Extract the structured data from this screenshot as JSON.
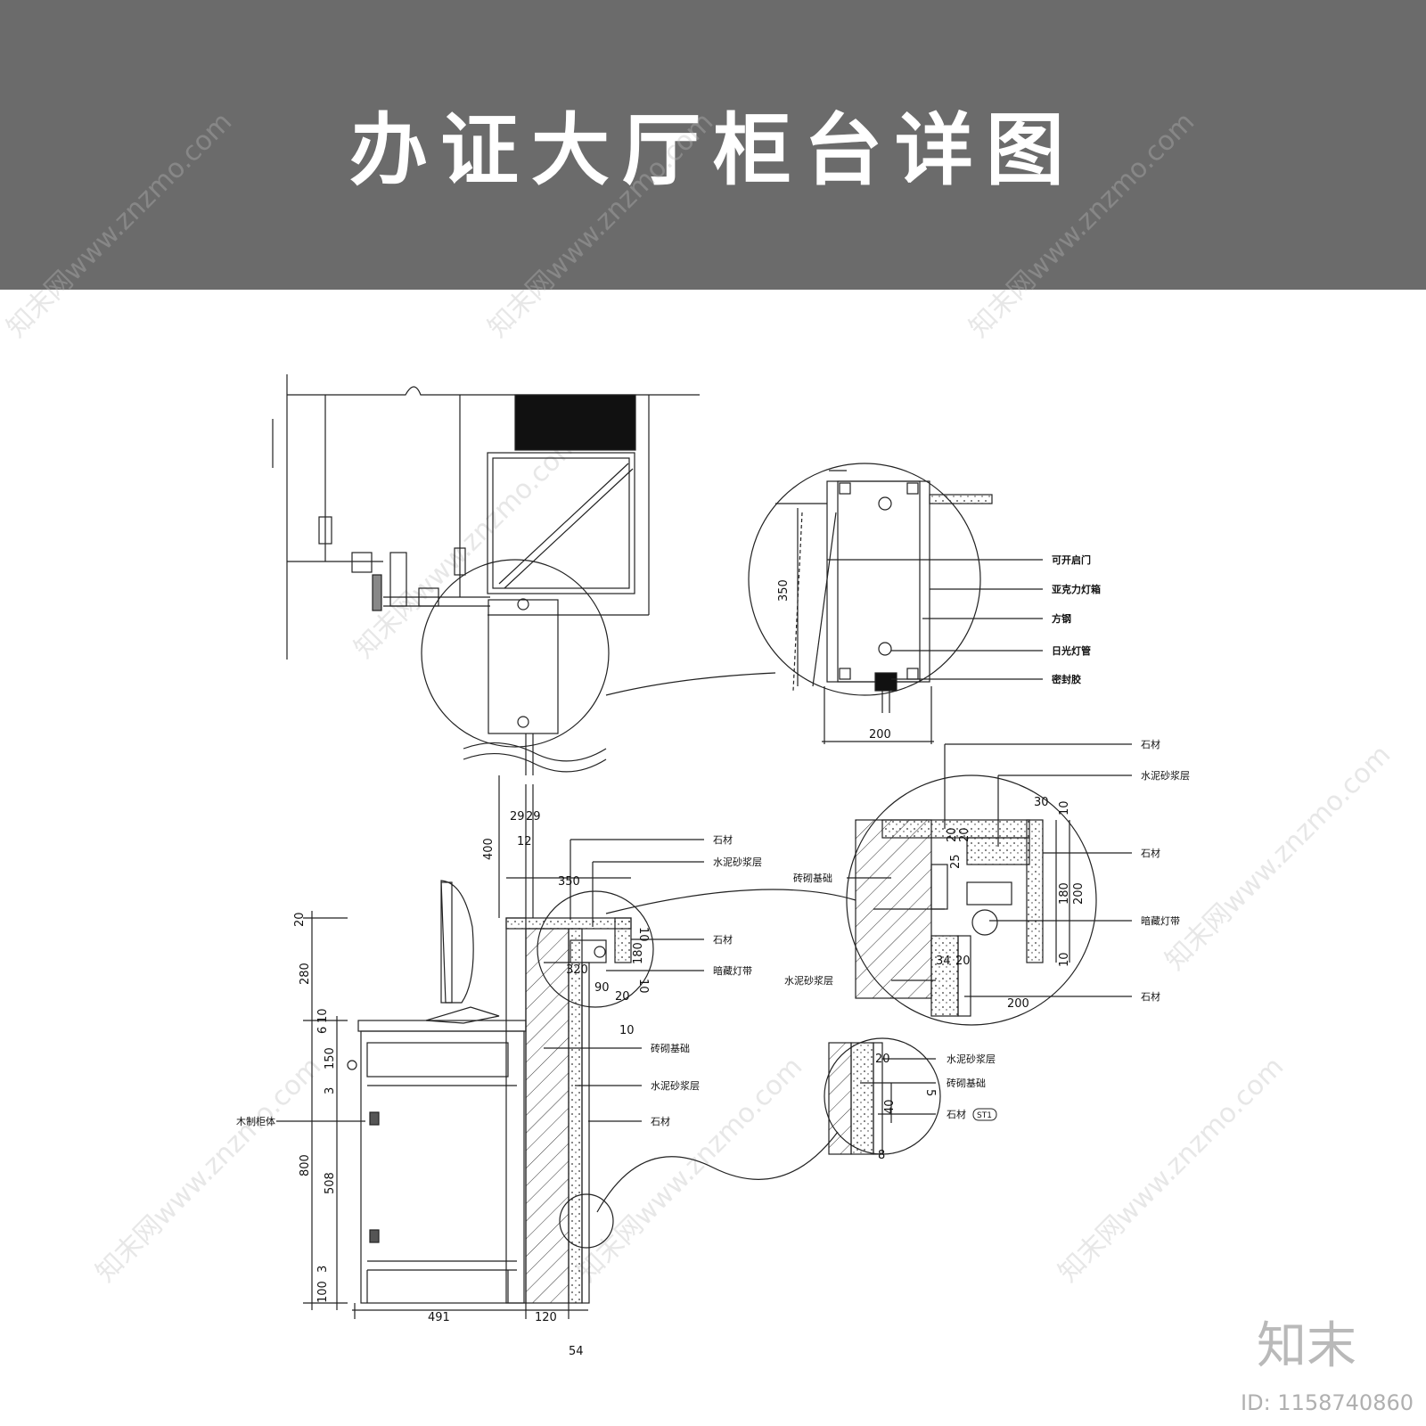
{
  "title": "办证大厅柜台详图",
  "brand": "知末",
  "image_id": "ID: 1158740860",
  "watermark_text": "知末网www.znzmo.com",
  "callout_top": {
    "labels": [
      "可开启门",
      "亚克力灯箱",
      "方钢",
      "日光灯管",
      "密封胶"
    ],
    "dims": [
      "350",
      "200"
    ]
  },
  "callout_right": {
    "labels": [
      "石材",
      "水泥砂浆层",
      "石材",
      "砖砌基础",
      "暗藏灯带",
      "水泥砂浆层",
      "石材"
    ],
    "dims": [
      "30",
      "20",
      "20",
      "25",
      "10",
      "180",
      "200",
      "10",
      "34",
      "20",
      "200"
    ]
  },
  "callout_bottom": {
    "labels": [
      "水泥砂浆层",
      "砖砌基础",
      "石材",
      "ST1"
    ],
    "dims": [
      "20",
      "5",
      "40",
      "8"
    ]
  },
  "main_section": {
    "labels": [
      "石材",
      "水泥砂浆层",
      "石材",
      "暗藏灯带",
      "砖砌基础",
      "水泥砂浆层",
      "石材",
      "木制柜体"
    ],
    "dims_top": [
      "29",
      "29",
      "12",
      "400",
      "350",
      "10",
      "180",
      "320",
      "90",
      "20",
      "10",
      "10"
    ],
    "dims_left": [
      "20",
      "280",
      "6",
      "10",
      "150",
      "3",
      "800",
      "508",
      "3",
      "100"
    ],
    "dims_bottom": [
      "491",
      "120",
      "54"
    ]
  }
}
